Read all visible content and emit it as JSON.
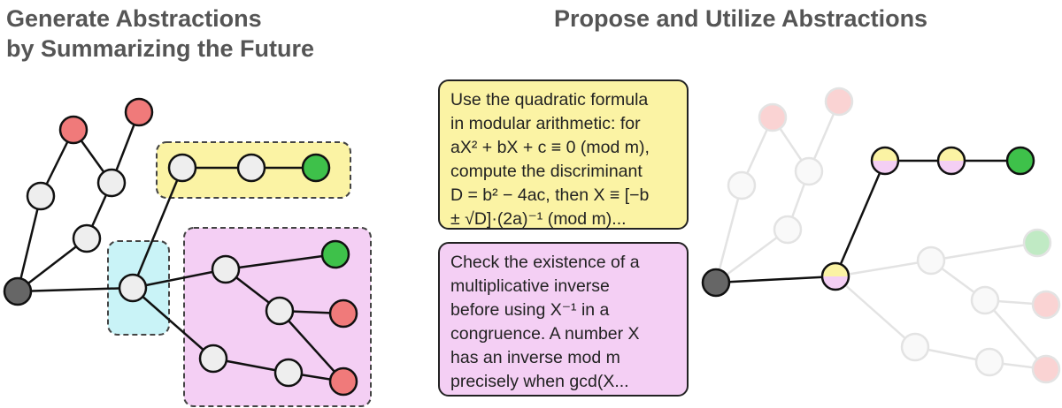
{
  "left_title": {
    "line1": "Generate Abstractions",
    "line2": "by Summarizing the Future"
  },
  "right_title": "Propose and Utilize Abstractions",
  "yellow_box": {
    "lines": [
      "Use the quadratic formula",
      "in modular arithmetic: for",
      "aX² + bX + c ≡ 0 (mod m),",
      "compute the discriminant",
      "D = b² − 4ac, then X ≡ [−b",
      "± √D]·(2a)⁻¹ (mod m)..."
    ]
  },
  "pink_box": {
    "lines": [
      "Check the existence of a",
      "multiplicative inverse",
      "before using X⁻¹ in a",
      "congruence. A number X",
      "has an inverse mod m",
      "precisely when gcd(X..."
    ]
  },
  "colors": {
    "node_default": "#eeeeee",
    "node_root": "#666666",
    "node_success": "#3ec14a",
    "node_failure": "#f07a7a",
    "region_yellow": "#fbf3a4",
    "region_pink": "#f4cff4",
    "region_cyan": "#c9f3f7",
    "text": "#555555"
  }
}
